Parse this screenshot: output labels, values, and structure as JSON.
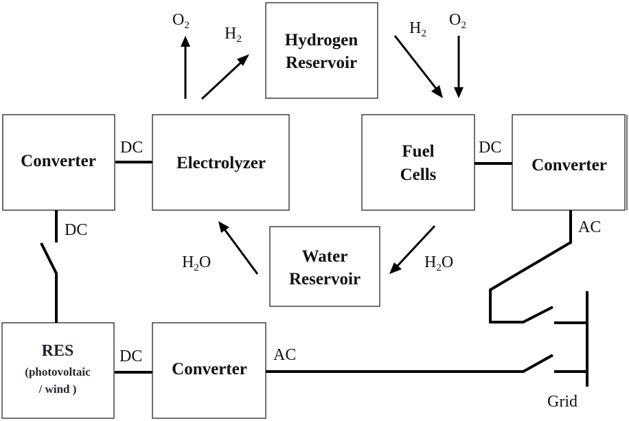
{
  "diagram": {
    "boxes": {
      "converter_left": "Converter",
      "electrolyzer": "Electrolyzer",
      "hydrogen_reservoir": [
        "Hydrogen",
        "Reservoir"
      ],
      "fuel_cells": [
        "Fuel",
        "Cells"
      ],
      "converter_right": "Converter",
      "water_reservoir": [
        "Water",
        "Reservoir"
      ],
      "res": [
        "RES",
        "(photovoltaic",
        "/ wind )"
      ],
      "converter_bottom": "Converter"
    },
    "labels": {
      "o2_electrolyzer": {
        "base": "O",
        "sub": "2"
      },
      "h2_electrolyzer": {
        "base": "H",
        "sub": "2"
      },
      "h2_fuelcell": {
        "base": "H",
        "sub": "2"
      },
      "o2_fuelcell": {
        "base": "O",
        "sub": "2"
      },
      "h2o_to_electrolyzer": {
        "base": "H",
        "sub": "2",
        "tail": "O"
      },
      "h2o_from_fuelcell": {
        "base": "H",
        "sub": "2",
        "tail": "O"
      },
      "dc_conv_electrolyzer": "DC",
      "dc_fuelcell_conv": "DC",
      "dc_conv_res": "DC",
      "dc_res_conv": "DC",
      "ac_conv_right": "AC",
      "ac_conv_bottom": "AC",
      "grid": "Grid"
    }
  }
}
